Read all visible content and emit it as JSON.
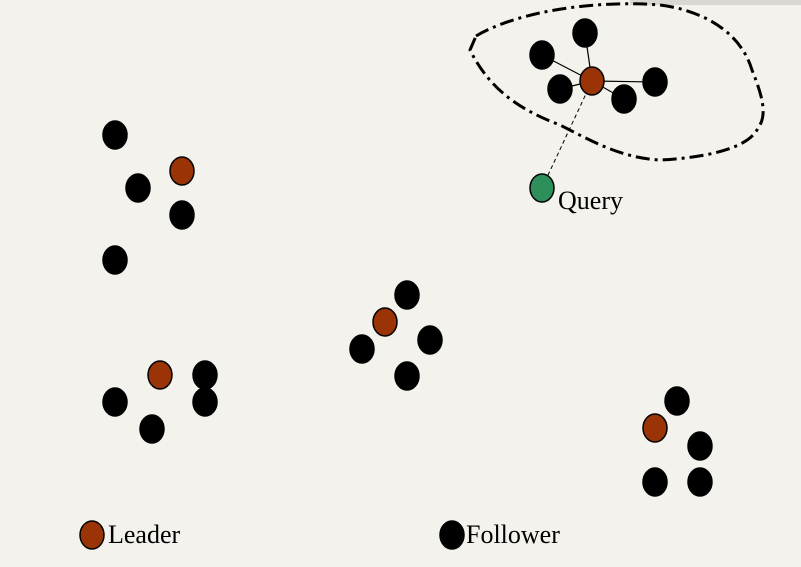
{
  "colors": {
    "background": "#f3f2ec",
    "leader": "#9a3407",
    "follower": "#000000",
    "query": "#2f8f5a",
    "line": "#000000"
  },
  "labels": {
    "query": "Query",
    "legend_leader": "Leader",
    "legend_follower": "Follower"
  },
  "legend": [
    {
      "type": "leader",
      "label": "Leader"
    },
    {
      "type": "follower",
      "label": "Follower"
    }
  ]
}
